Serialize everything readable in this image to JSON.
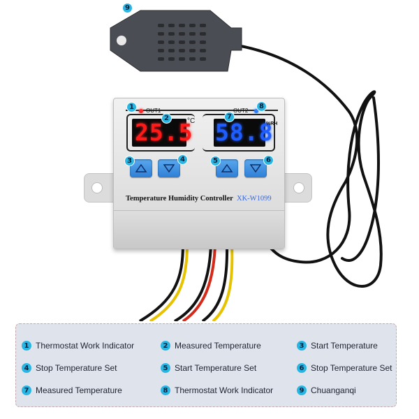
{
  "device": {
    "title": "Temperature Humidity Controller",
    "model": "XK-W1099",
    "out1_label": "OUT1",
    "out2_label": "OUT2",
    "temp_value": "25.5",
    "temp_unit": "°C",
    "humidity_value": "58.8",
    "humidity_unit": "%RH",
    "led_red": "#ff1a1a",
    "led_blue": "#1f5dff"
  },
  "callouts": [
    "1",
    "2",
    "3",
    "4",
    "5",
    "6",
    "7",
    "8",
    "9"
  ],
  "legend": [
    {
      "num": "1",
      "text": "Thermostat Work Indicator"
    },
    {
      "num": "2",
      "text": "Measured Temperature"
    },
    {
      "num": "3",
      "text": "Start Temperature"
    },
    {
      "num": "4",
      "text": "Stop Temperature Set"
    },
    {
      "num": "5",
      "text": "Start Temperature Set"
    },
    {
      "num": "6",
      "text": "Stop Temperature Set"
    },
    {
      "num": "7",
      "text": "Measured Temperature"
    },
    {
      "num": "8",
      "text": "Thermostat Work Indicator"
    },
    {
      "num": "9",
      "text": "Chuanganqi"
    }
  ]
}
